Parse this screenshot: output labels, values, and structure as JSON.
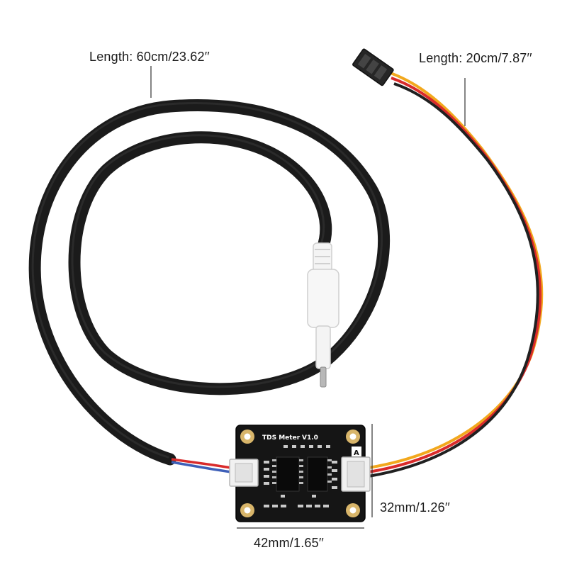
{
  "labels": {
    "probe_cable_length": "Length: 60cm/23.62′′",
    "signal_cable_length": "Length: 20cm/7.87′′",
    "board_height": "32mm/1.26′′",
    "board_width": "42mm/1.65′′"
  },
  "board": {
    "title": "TDS Meter",
    "version": "V1.0",
    "pin_marker": "A"
  },
  "colors": {
    "background": "#ffffff",
    "probe_cable": "#1b1b1b",
    "pcb": "#151515",
    "pads": "#d8b56a",
    "probe_tip": "#f4f4f4",
    "wire_yellow": "#f2a81d",
    "wire_red": "#d92b2b",
    "wire_black": "#202020",
    "wire_blue": "#3e5fb8"
  }
}
